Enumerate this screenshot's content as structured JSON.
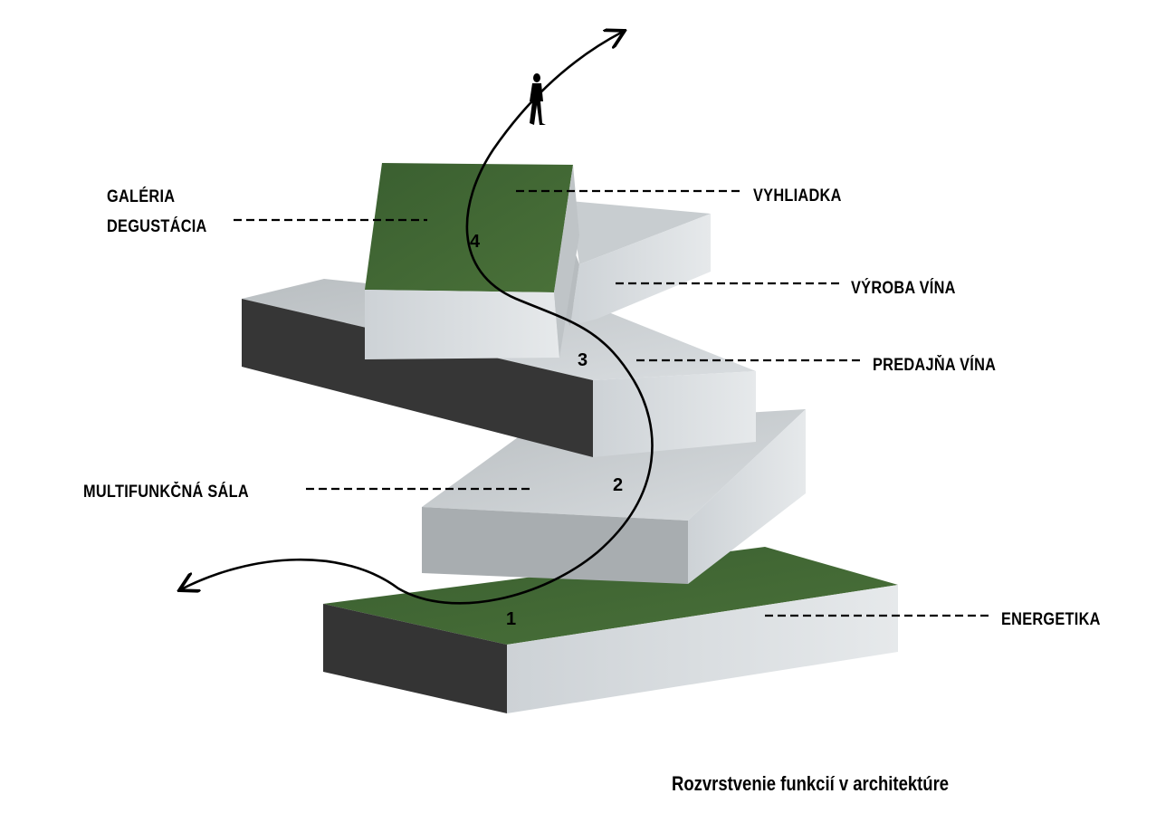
{
  "labels": {
    "galeria": "GALÉRIA",
    "degustacia": "DEGUSTÁCIA",
    "vyhliadka": "VYHLIADKA",
    "vyroba_vina": "VÝROBA VÍNA",
    "predajna_vina": "PREDAJŇA VÍNA",
    "multifunkcna_sala": "MULTIFUNKČNÁ SÁLA",
    "energetika": "ENERGETIKA"
  },
  "levels": [
    "1",
    "2",
    "3",
    "4"
  ],
  "caption": "Rozvrstvenie funkcií v architektúre",
  "colors": {
    "green_roof": "#3f6433",
    "light_wall": "#d6dbdf",
    "mid_wall": "#a9aeb1",
    "dark_wall": "#363636",
    "top_face": "#c3c8cb",
    "ink": "#000000"
  },
  "icons": [
    "person-silhouette-icon",
    "arrow-up-right-icon",
    "arrow-left-icon"
  ]
}
